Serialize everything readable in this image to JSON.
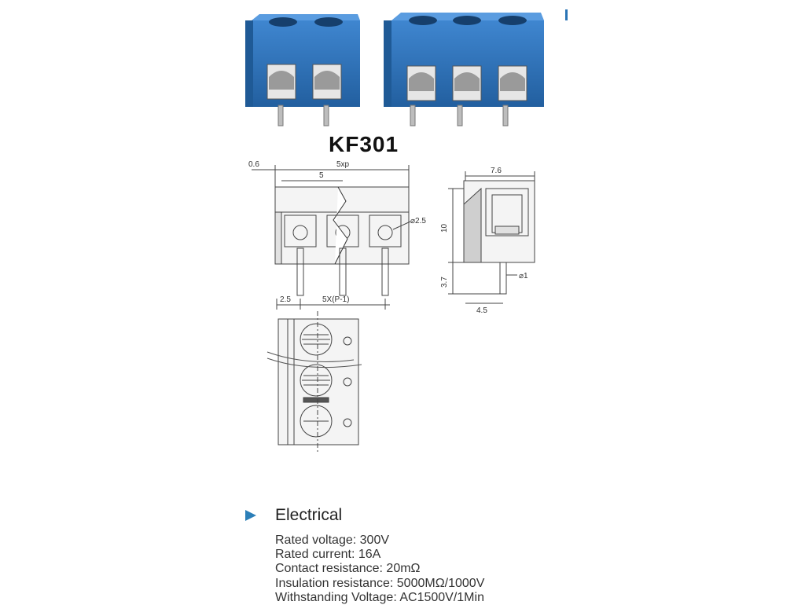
{
  "product": {
    "model": "KF301",
    "accent_color": "#2f6db5"
  },
  "dimensions": {
    "flange": "0.6",
    "total": "5xp",
    "pitch": "5",
    "hole": "⌀2.5",
    "depth": "7.6",
    "height": "10",
    "pin_length": "3.7",
    "pin_diameter": "⌀1",
    "pin_offset": "4.5",
    "edge": "2.5",
    "span": "5X(P-1)"
  },
  "electrical": {
    "heading": "Electrical",
    "specs": [
      {
        "label": "Rated voltage",
        "sep": ":",
        "value": "300V"
      },
      {
        "label": "Rated current",
        "sep": ":",
        "value": "16A"
      },
      {
        "label": "Contact resistance",
        "sep": ":",
        "value": "20mΩ"
      },
      {
        "label": "Insulation resistance",
        "sep": ":",
        "value": "5000MΩ/1000V"
      },
      {
        "label": "Withstanding Voltage",
        "sep": ":",
        "value": "AC1500V/1Min"
      }
    ]
  }
}
